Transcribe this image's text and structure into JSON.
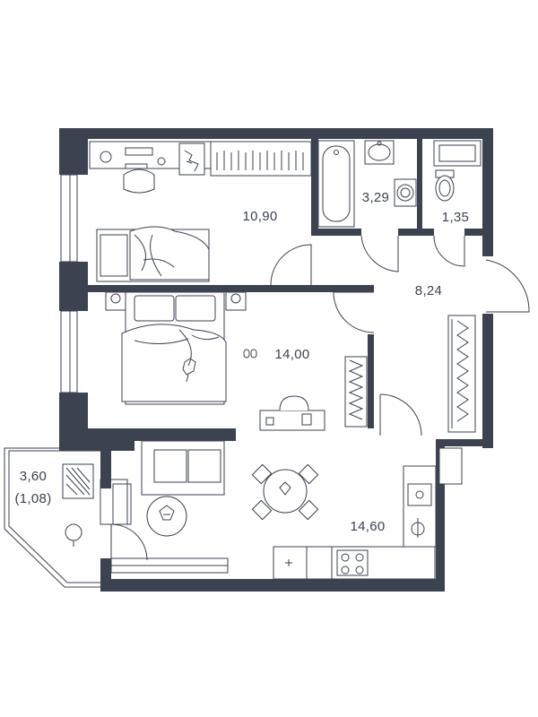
{
  "rooms": {
    "bedroom": "10,90",
    "bathroom": "3,29",
    "toilet": "1,35",
    "hall": "8,24",
    "bedroom2": "14,00",
    "balcony_area": "3,60",
    "balcony_reduced": "(1,08)",
    "kitchen_living": "14,60"
  },
  "colors": {
    "wall": "#3c4250",
    "background": "#ffffff"
  }
}
